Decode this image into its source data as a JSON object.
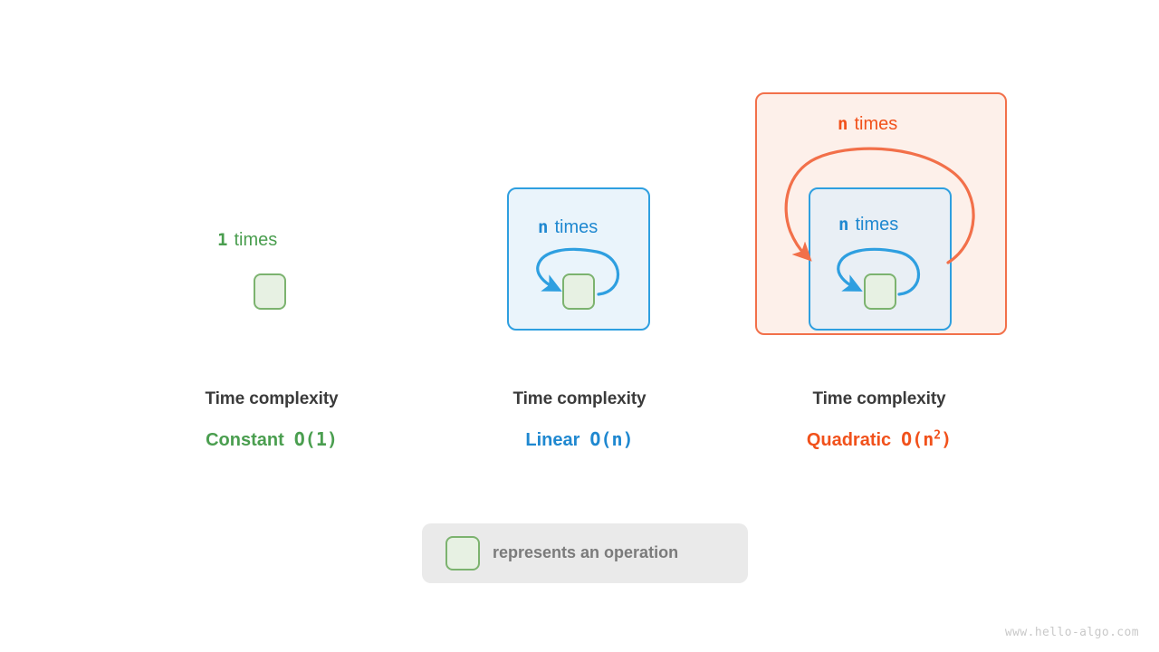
{
  "page": {
    "background": "#ffffff",
    "watermark": "www.hello-algo.com"
  },
  "colors": {
    "green": "#4a9e4f",
    "blue": "#1f88d0",
    "orange": "#f1511b",
    "green_box_border": "#7cb36f",
    "green_box_fill": "#e7f1e3",
    "blue_box_border": "#2e9fe0",
    "blue_box_fill": "#eaf4fb",
    "orange_box_border": "#f2704a",
    "orange_box_fill": "#fdf0ea",
    "caption_title": "#3b3b3b",
    "legend_bg": "#eaeaea",
    "legend_text": "#7b7b7b"
  },
  "panels": [
    {
      "id": "constant",
      "loop_label_count": "1",
      "loop_label_word": "times",
      "caption_title": "Time complexity",
      "complexity_name": "Constant",
      "complexity_bigo": "O(1)",
      "bigo_base": "O(1)",
      "bigo_exponent": "",
      "accent": "#4a9e4f",
      "nesting_depth": 0,
      "operations": 1
    },
    {
      "id": "linear",
      "loop_label_count": "n",
      "loop_label_word": "times",
      "caption_title": "Time complexity",
      "complexity_name": "Linear",
      "complexity_bigo": "O(n)",
      "bigo_base": "O(n)",
      "bigo_exponent": "",
      "accent": "#1f88d0",
      "nesting_depth": 1,
      "operations": 1
    },
    {
      "id": "quadratic",
      "loop_label_count_outer": "n",
      "loop_label_word_outer": "times",
      "loop_label_count_inner": "n",
      "loop_label_word_inner": "times",
      "caption_title": "Time complexity",
      "complexity_name": "Quadratic",
      "complexity_bigo": "O(n²)",
      "bigo_base_open": "O(n",
      "bigo_exponent": "2",
      "bigo_base_close": ")",
      "accent": "#f1511b",
      "nesting_depth": 2,
      "operations": 1
    }
  ],
  "legend": {
    "symbol": "green-rounded-square",
    "text": "represents an operation"
  }
}
